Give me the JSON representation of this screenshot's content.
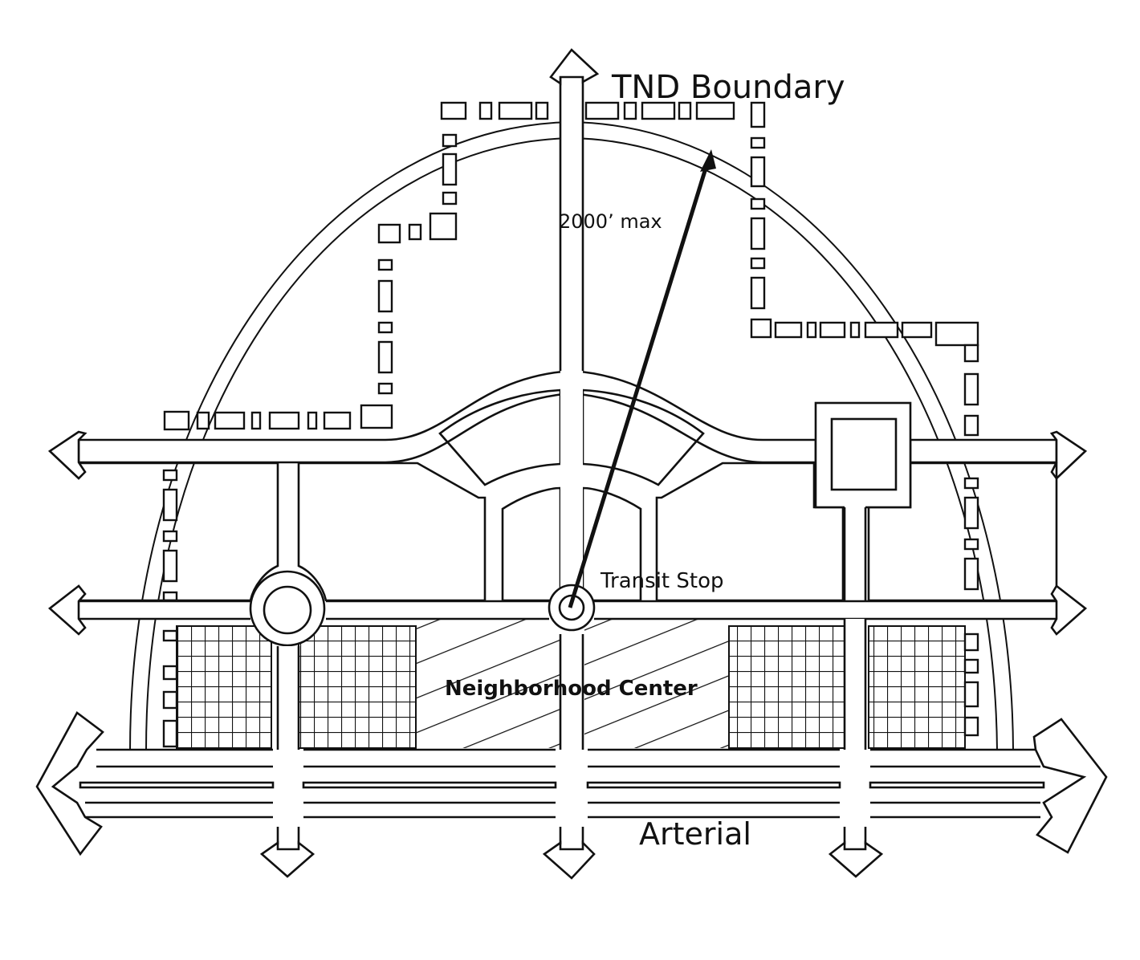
{
  "diagram": {
    "type": "neighborhood-plan",
    "labels": {
      "boundary": "TND Boundary",
      "radius": "2000’ max",
      "transit": "Transit Stop",
      "center": "Neighborhood Center",
      "arterial": "Arterial"
    },
    "legend_semantics": {
      "hatched_diagonal": "neighborhood-center-zone",
      "grid_hatch": "mixed-use-blocks",
      "dashed_footprints": "residential-lots"
    },
    "colors": {
      "ink": "#111111",
      "paper": "#ffffff"
    }
  }
}
